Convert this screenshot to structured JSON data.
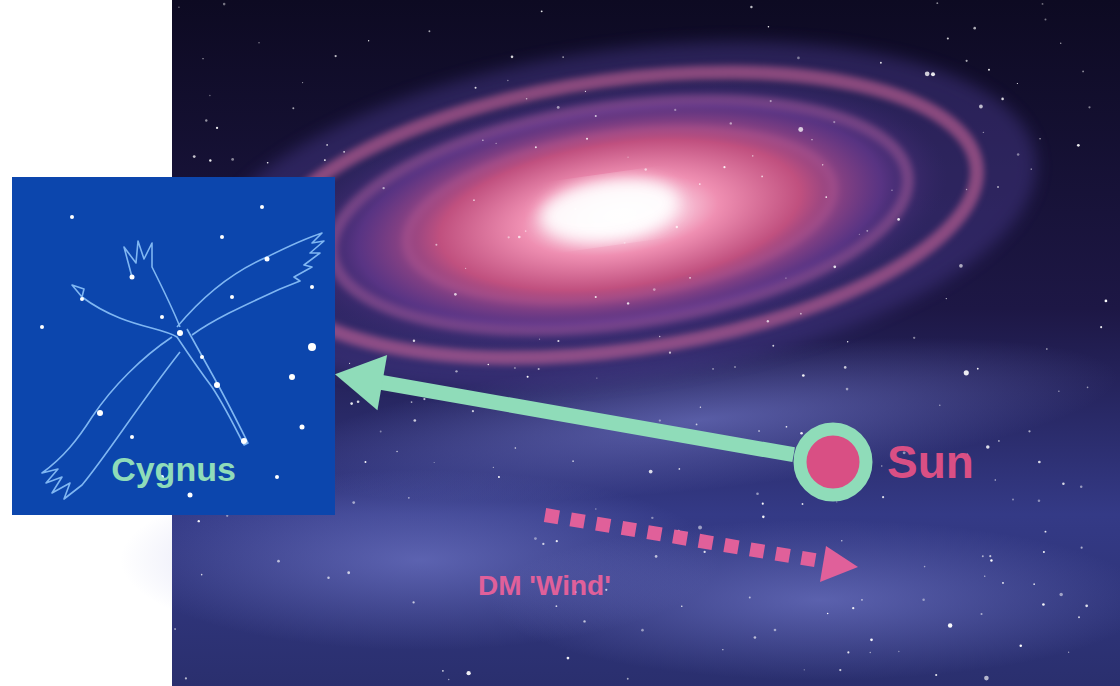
{
  "diagram": {
    "nodes": [
      {
        "text": [
          "Cygnus"
        ]
      },
      {
        "text": [
          "Sun"
        ]
      }
    ],
    "edges": [
      {
        "from": 1,
        "to": 0,
        "arrow": "to"
      }
    ],
    "labels": [
      "DM 'Wind'"
    ]
  }
}
